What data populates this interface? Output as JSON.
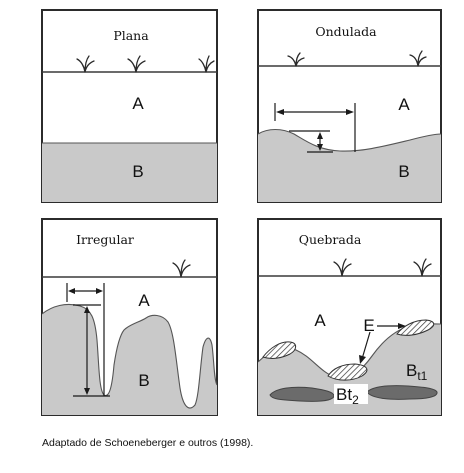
{
  "panels": {
    "plana": {
      "title": "Plana",
      "label_a": "A",
      "label_b": "B"
    },
    "ondulada": {
      "title": "Ondulada",
      "label_a": "A",
      "label_b": "B"
    },
    "irregular": {
      "title": "Irregular",
      "label_a": "A",
      "label_b": "B"
    },
    "quebrada": {
      "title": "Quebrada",
      "label_a": "A",
      "label_e": "E",
      "label_bt1_main": "B",
      "label_bt1_sub": "t1",
      "label_bt2_main": "Bt",
      "label_bt2_sub": "2"
    }
  },
  "caption": "Adaptado de Schoeneberger e outros (1998)."
}
